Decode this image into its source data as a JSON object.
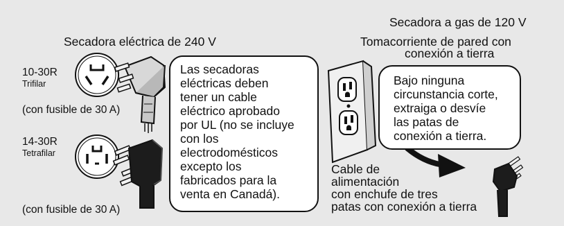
{
  "electric_dryer": {
    "title": "Secadora eléctrica de 240 V",
    "outlet_3wire": {
      "code": "10-30R",
      "type": "Trifilar",
      "fuse": "(con fusible de 30 A)"
    },
    "outlet_4wire": {
      "code": "14-30R",
      "type": "Tetrafilar",
      "fuse": "(con fusible de 30 A)"
    },
    "note_lines": [
      "Las secadoras",
      "eléctricas deben",
      "tener un cable",
      "eléctrico aprobado",
      "por UL (no se incluye",
      "con los",
      "electrodomésticos",
      "excepto los",
      "fabricados para la",
      "venta en Canadá)."
    ]
  },
  "gas_dryer": {
    "title": "Secadora a gas de 120 V",
    "subtitle_lines": [
      "Tomacorriente de pared con",
      "conexión a tierra"
    ],
    "warning_lines": [
      "Bajo ninguna",
      "circunstancia corte,",
      "extraiga o desvíe",
      "las patas de",
      "conexión a tierra."
    ],
    "cord_label_lines": [
      "Cable de",
      "alimentación",
      "con enchufe de tres",
      "patas con conexión a tierra"
    ]
  }
}
